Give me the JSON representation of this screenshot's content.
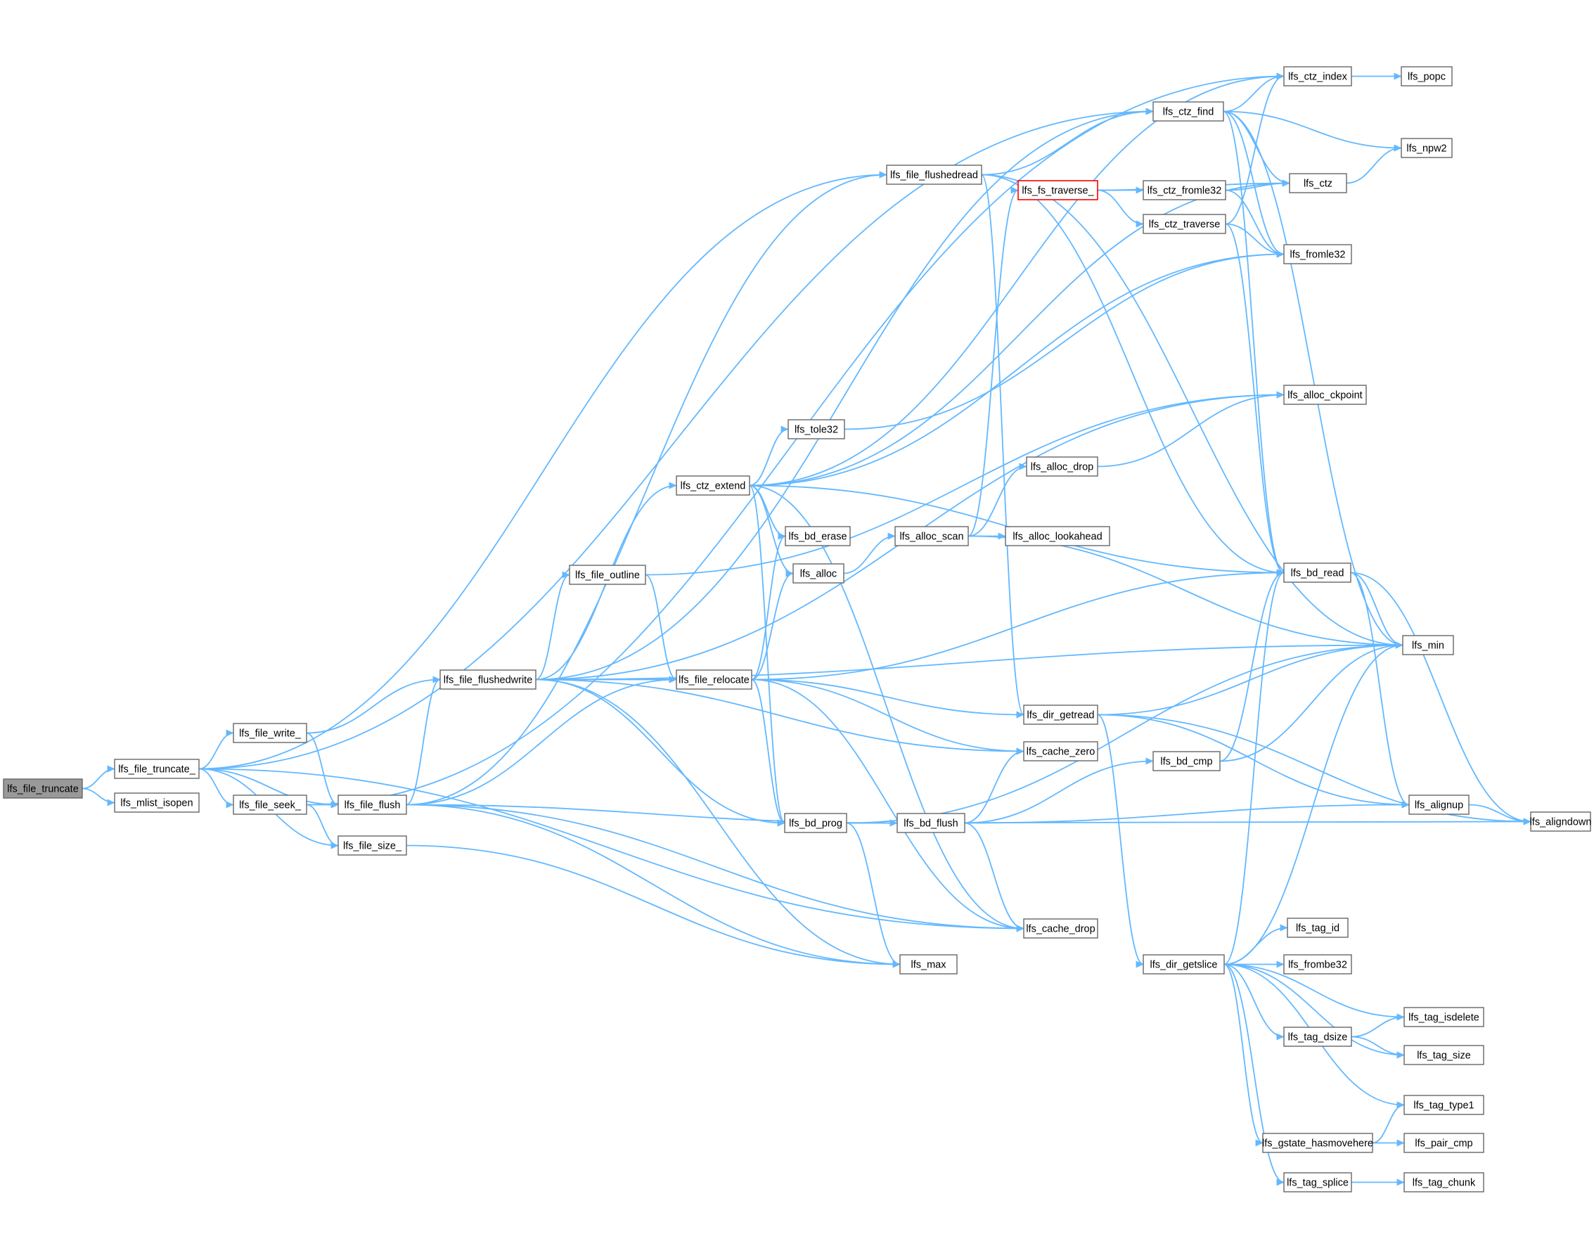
{
  "colors": {
    "edge": "#63b8ff",
    "border": "#666666",
    "root_fill": "#999999",
    "highlight_border": "#ff0000",
    "background": "#ffffff"
  },
  "nodes": [
    {
      "id": "lfs_file_truncate",
      "label": "lfs_file_truncate",
      "root": true
    },
    {
      "id": "lfs_file_truncate_",
      "label": "lfs_file_truncate_"
    },
    {
      "id": "lfs_mlist_isopen",
      "label": "lfs_mlist_isopen"
    },
    {
      "id": "lfs_file_write_",
      "label": "lfs_file_write_"
    },
    {
      "id": "lfs_file_seek_",
      "label": "lfs_file_seek_"
    },
    {
      "id": "lfs_file_flush",
      "label": "lfs_file_flush"
    },
    {
      "id": "lfs_file_size_",
      "label": "lfs_file_size_"
    },
    {
      "id": "lfs_file_flushedwrite",
      "label": "lfs_file_flushedwrite"
    },
    {
      "id": "lfs_file_outline",
      "label": "lfs_file_outline"
    },
    {
      "id": "lfs_ctz_extend",
      "label": "lfs_ctz_extend"
    },
    {
      "id": "lfs_file_relocate",
      "label": "lfs_file_relocate"
    },
    {
      "id": "lfs_tole32",
      "label": "lfs_tole32"
    },
    {
      "id": "lfs_bd_erase",
      "label": "lfs_bd_erase"
    },
    {
      "id": "lfs_alloc",
      "label": "lfs_alloc"
    },
    {
      "id": "lfs_bd_prog",
      "label": "lfs_bd_prog"
    },
    {
      "id": "lfs_max",
      "label": "lfs_max"
    },
    {
      "id": "lfs_file_flushedread",
      "label": "lfs_file_flushedread"
    },
    {
      "id": "lfs_fs_traverse_",
      "label": "lfs_fs_traverse_",
      "highlight": true
    },
    {
      "id": "lfs_alloc_drop",
      "label": "lfs_alloc_drop"
    },
    {
      "id": "lfs_alloc_scan",
      "label": "lfs_alloc_scan"
    },
    {
      "id": "lfs_dir_getread",
      "label": "lfs_dir_getread"
    },
    {
      "id": "lfs_cache_zero",
      "label": "lfs_cache_zero"
    },
    {
      "id": "lfs_bd_flush",
      "label": "lfs_bd_flush"
    },
    {
      "id": "lfs_cache_drop",
      "label": "lfs_cache_drop"
    },
    {
      "id": "lfs_ctz_find",
      "label": "lfs_ctz_find"
    },
    {
      "id": "lfs_ctz_index",
      "label": "lfs_ctz_index"
    },
    {
      "id": "lfs_ctz_fromle32",
      "label": "lfs_ctz_fromle32"
    },
    {
      "id": "lfs_ctz_traverse",
      "label": "lfs_ctz_traverse"
    },
    {
      "id": "lfs_alloc_lookahead",
      "label": "lfs_alloc_lookahead"
    },
    {
      "id": "lfs_bd_cmp",
      "label": "lfs_bd_cmp"
    },
    {
      "id": "lfs_dir_getslice",
      "label": "lfs_dir_getslice"
    },
    {
      "id": "lfs_popc",
      "label": "lfs_popc"
    },
    {
      "id": "lfs_npw2",
      "label": "lfs_npw2"
    },
    {
      "id": "lfs_ctz",
      "label": "lfs_ctz"
    },
    {
      "id": "lfs_fromle32",
      "label": "lfs_fromle32"
    },
    {
      "id": "lfs_alloc_ckpoint",
      "label": "lfs_alloc_ckpoint"
    },
    {
      "id": "lfs_bd_read",
      "label": "lfs_bd_read"
    },
    {
      "id": "lfs_min",
      "label": "lfs_min"
    },
    {
      "id": "lfs_alignup",
      "label": "lfs_alignup"
    },
    {
      "id": "lfs_aligndown",
      "label": "lfs_aligndown"
    },
    {
      "id": "lfs_tag_id",
      "label": "lfs_tag_id"
    },
    {
      "id": "lfs_frombe32",
      "label": "lfs_frombe32"
    },
    {
      "id": "lfs_tag_isdelete",
      "label": "lfs_tag_isdelete"
    },
    {
      "id": "lfs_tag_dsize",
      "label": "lfs_tag_dsize"
    },
    {
      "id": "lfs_tag_size",
      "label": "lfs_tag_size"
    },
    {
      "id": "lfs_tag_type1",
      "label": "lfs_tag_type1"
    },
    {
      "id": "lfs_gstate_hasmovehere",
      "label": "lfs_gstate_hasmovehere"
    },
    {
      "id": "lfs_pair_cmp",
      "label": "lfs_pair_cmp"
    },
    {
      "id": "lfs_tag_splice",
      "label": "lfs_tag_splice"
    },
    {
      "id": "lfs_tag_chunk",
      "label": "lfs_tag_chunk"
    }
  ],
  "edges": [
    [
      "lfs_file_truncate",
      "lfs_file_truncate_"
    ],
    [
      "lfs_file_truncate",
      "lfs_mlist_isopen"
    ],
    [
      "lfs_file_truncate_",
      "lfs_file_write_"
    ],
    [
      "lfs_file_truncate_",
      "lfs_file_seek_"
    ],
    [
      "lfs_file_truncate_",
      "lfs_file_flush"
    ],
    [
      "lfs_file_truncate_",
      "lfs_file_size_"
    ],
    [
      "lfs_file_truncate_",
      "lfs_ctz_find"
    ],
    [
      "lfs_file_truncate_",
      "lfs_file_flushedread"
    ],
    [
      "lfs_file_truncate_",
      "lfs_cache_drop"
    ],
    [
      "lfs_file_write_",
      "lfs_file_flushedwrite"
    ],
    [
      "lfs_file_write_",
      "lfs_file_flush"
    ],
    [
      "lfs_file_seek_",
      "lfs_file_flush"
    ],
    [
      "lfs_file_seek_",
      "lfs_file_size_"
    ],
    [
      "lfs_file_seek_",
      "lfs_ctz_index"
    ],
    [
      "lfs_file_size_",
      "lfs_max"
    ],
    [
      "lfs_file_flush",
      "lfs_file_flushedwrite"
    ],
    [
      "lfs_file_flush",
      "lfs_file_relocate"
    ],
    [
      "lfs_file_flush",
      "lfs_file_flushedread"
    ],
    [
      "lfs_file_flush",
      "lfs_bd_flush"
    ],
    [
      "lfs_file_flush",
      "lfs_max"
    ],
    [
      "lfs_file_flush",
      "lfs_cache_drop"
    ],
    [
      "lfs_file_flushedwrite",
      "lfs_file_outline"
    ],
    [
      "lfs_file_flushedwrite",
      "lfs_ctz_extend"
    ],
    [
      "lfs_file_flushedwrite",
      "lfs_file_relocate"
    ],
    [
      "lfs_file_flushedwrite",
      "lfs_bd_prog"
    ],
    [
      "lfs_file_flushedwrite",
      "lfs_max"
    ],
    [
      "lfs_file_flushedwrite",
      "lfs_cache_zero"
    ],
    [
      "lfs_file_flushedwrite",
      "lfs_min"
    ],
    [
      "lfs_file_flushedwrite",
      "lfs_ctz_find"
    ],
    [
      "lfs_file_flushedwrite",
      "lfs_alloc_ckpoint"
    ],
    [
      "lfs_file_outline",
      "lfs_file_relocate"
    ],
    [
      "lfs_file_outline",
      "lfs_alloc_ckpoint"
    ],
    [
      "lfs_ctz_extend",
      "lfs_tole32"
    ],
    [
      "lfs_ctz_extend",
      "lfs_bd_erase"
    ],
    [
      "lfs_ctz_extend",
      "lfs_alloc"
    ],
    [
      "lfs_ctz_extend",
      "lfs_bd_prog"
    ],
    [
      "lfs_ctz_extend",
      "lfs_cache_drop"
    ],
    [
      "lfs_ctz_extend",
      "lfs_bd_read"
    ],
    [
      "lfs_ctz_extend",
      "lfs_ctz_index"
    ],
    [
      "lfs_ctz_extend",
      "lfs_ctz"
    ],
    [
      "lfs_ctz_extend",
      "lfs_fromle32"
    ],
    [
      "lfs_file_relocate",
      "lfs_bd_erase"
    ],
    [
      "lfs_file_relocate",
      "lfs_alloc"
    ],
    [
      "lfs_file_relocate",
      "lfs_bd_prog"
    ],
    [
      "lfs_file_relocate",
      "lfs_dir_getread"
    ],
    [
      "lfs_file_relocate",
      "lfs_cache_zero"
    ],
    [
      "lfs_file_relocate",
      "lfs_cache_drop"
    ],
    [
      "lfs_file_relocate",
      "lfs_bd_read"
    ],
    [
      "lfs_tole32",
      "lfs_fromle32"
    ],
    [
      "lfs_alloc",
      "lfs_alloc_scan"
    ],
    [
      "lfs_alloc_scan",
      "lfs_fs_traverse_"
    ],
    [
      "lfs_alloc_scan",
      "lfs_alloc_drop"
    ],
    [
      "lfs_alloc_scan",
      "lfs_alloc_lookahead"
    ],
    [
      "lfs_alloc_scan",
      "lfs_min"
    ],
    [
      "lfs_alloc_drop",
      "lfs_alloc_ckpoint"
    ],
    [
      "lfs_bd_prog",
      "lfs_bd_flush"
    ],
    [
      "lfs_bd_prog",
      "lfs_max"
    ],
    [
      "lfs_bd_prog",
      "lfs_min"
    ],
    [
      "lfs_bd_prog",
      "lfs_aligndown"
    ],
    [
      "lfs_bd_flush",
      "lfs_cache_zero"
    ],
    [
      "lfs_bd_flush",
      "lfs_bd_cmp"
    ],
    [
      "lfs_bd_flush",
      "lfs_alignup"
    ],
    [
      "lfs_bd_flush",
      "lfs_cache_drop"
    ],
    [
      "lfs_file_flushedread",
      "lfs_ctz_find"
    ],
    [
      "lfs_file_flushedread",
      "lfs_dir_getread"
    ],
    [
      "lfs_file_flushedread",
      "lfs_bd_read"
    ],
    [
      "lfs_file_flushedread",
      "lfs_min"
    ],
    [
      "lfs_fs_traverse_",
      "lfs_ctz_fromle32"
    ],
    [
      "lfs_fs_traverse_",
      "lfs_ctz_traverse"
    ],
    [
      "lfs_fs_traverse_",
      "lfs_ctz"
    ],
    [
      "lfs_ctz_fromle32",
      "lfs_fromle32"
    ],
    [
      "lfs_ctz_fromle32",
      "lfs_ctz"
    ],
    [
      "lfs_ctz_traverse",
      "lfs_ctz_index"
    ],
    [
      "lfs_ctz_traverse",
      "lfs_fromle32"
    ],
    [
      "lfs_ctz_traverse",
      "lfs_bd_read"
    ],
    [
      "lfs_dir_getread",
      "lfs_min"
    ],
    [
      "lfs_dir_getread",
      "lfs_dir_getslice"
    ],
    [
      "lfs_dir_getread",
      "lfs_alignup"
    ],
    [
      "lfs_dir_getread",
      "lfs_aligndown"
    ],
    [
      "lfs_bd_cmp",
      "lfs_bd_read"
    ],
    [
      "lfs_bd_cmp",
      "lfs_min"
    ],
    [
      "lfs_ctz_find",
      "lfs_ctz_index"
    ],
    [
      "lfs_ctz_find",
      "lfs_npw2"
    ],
    [
      "lfs_ctz_find",
      "lfs_ctz"
    ],
    [
      "lfs_ctz_find",
      "lfs_fromle32"
    ],
    [
      "lfs_ctz_find",
      "lfs_bd_read"
    ],
    [
      "lfs_ctz_find",
      "lfs_min"
    ],
    [
      "lfs_ctz_index",
      "lfs_popc"
    ],
    [
      "lfs_ctz",
      "lfs_npw2"
    ],
    [
      "lfs_bd_read",
      "lfs_min"
    ],
    [
      "lfs_bd_read",
      "lfs_alignup"
    ],
    [
      "lfs_bd_read",
      "lfs_aligndown"
    ],
    [
      "lfs_alignup",
      "lfs_aligndown"
    ],
    [
      "lfs_dir_getslice",
      "lfs_bd_read"
    ],
    [
      "lfs_dir_getslice",
      "lfs_min"
    ],
    [
      "lfs_dir_getslice",
      "lfs_tag_id"
    ],
    [
      "lfs_dir_getslice",
      "lfs_frombe32"
    ],
    [
      "lfs_dir_getslice",
      "lfs_tag_isdelete"
    ],
    [
      "lfs_dir_getslice",
      "lfs_tag_dsize"
    ],
    [
      "lfs_dir_getslice",
      "lfs_tag_size"
    ],
    [
      "lfs_dir_getslice",
      "lfs_tag_type1"
    ],
    [
      "lfs_dir_getslice",
      "lfs_gstate_hasmovehere"
    ],
    [
      "lfs_dir_getslice",
      "lfs_tag_splice"
    ],
    [
      "lfs_tag_dsize",
      "lfs_tag_isdelete"
    ],
    [
      "lfs_tag_dsize",
      "lfs_tag_size"
    ],
    [
      "lfs_gstate_hasmovehere",
      "lfs_tag_type1"
    ],
    [
      "lfs_gstate_hasmovehere",
      "lfs_pair_cmp"
    ],
    [
      "lfs_tag_splice",
      "lfs_tag_chunk"
    ]
  ]
}
